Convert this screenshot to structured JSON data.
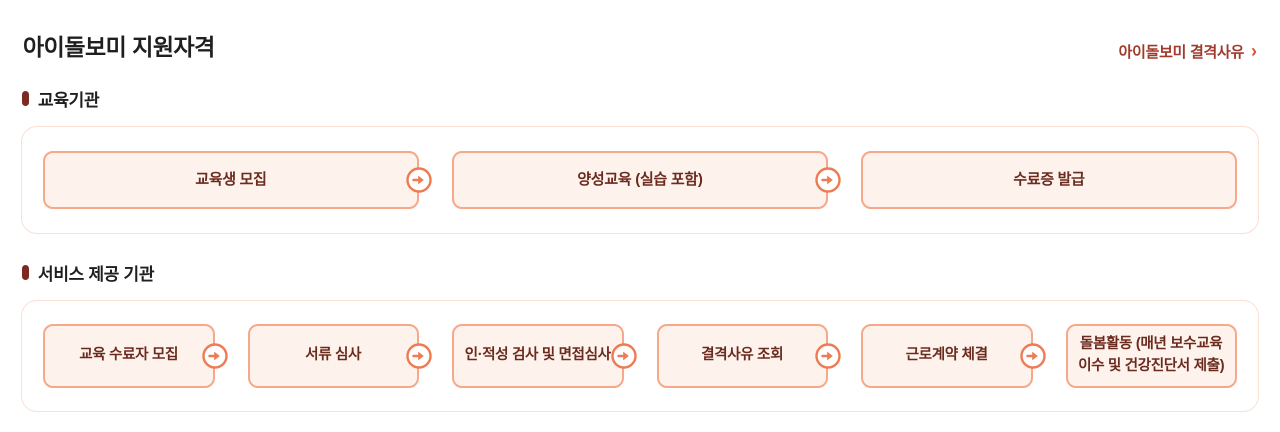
{
  "page": {
    "title": "아이돌보미 지원자격"
  },
  "link": {
    "label": "아이돌보미 결격사유",
    "chevron": "›"
  },
  "sections": [
    {
      "heading": "교육기관",
      "steps": [
        {
          "label": "교육생 모집"
        },
        {
          "label": "양성교육 (실습 포함)"
        },
        {
          "label": "수료증 발급"
        }
      ]
    },
    {
      "heading": "서비스 제공 기관",
      "steps": [
        {
          "label": "교육 수료자 모집"
        },
        {
          "label": "서류 심사"
        },
        {
          "label": "인·적성 검사 및 면접심사"
        },
        {
          "label": "결격사유 조회"
        },
        {
          "label": "근로계약 체결"
        },
        {
          "label": "돌봄활동 (매년 보수교육 이수 및 건강진단서 제출)"
        }
      ]
    }
  ],
  "icons": {
    "link_chevron": "chevron-right-icon",
    "step_arrow": "arrow-right-circle-icon"
  },
  "colors": {
    "title_text": "#1f1f1f",
    "link_text": "#a03a2c",
    "link_chevron": "#d8503a",
    "section_bullet": "#7c2a22",
    "box_background": "#fdf2ec",
    "box_border": "#f6a88a",
    "box_text": "#6a2a1d",
    "container_border": "#fbdfd3",
    "arrow_accent": "#ee7b53"
  }
}
